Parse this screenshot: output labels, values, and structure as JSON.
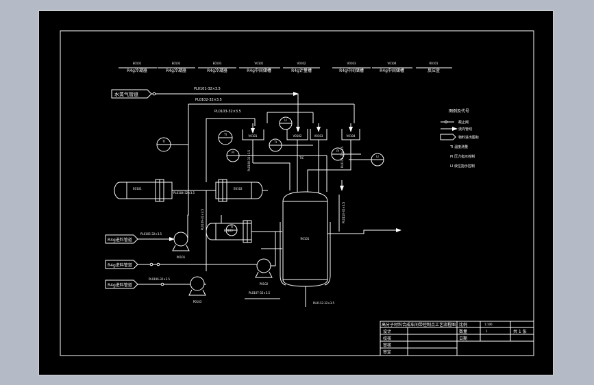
{
  "equipment_header": [
    {
      "tag": "E0101",
      "name": "R4g冷凝器"
    },
    {
      "tag": "E0102",
      "name": "R4g冷凝器"
    },
    {
      "tag": "E0103",
      "name": "R4g冷凝器"
    },
    {
      "tag": "V0101",
      "name": "R4g中间储槽"
    },
    {
      "tag": "V0102",
      "name": "R4g计量槽"
    },
    {
      "tag": "V0103",
      "name": "R4g中间储槽"
    },
    {
      "tag": "V0104",
      "name": "R4g中间储槽"
    },
    {
      "tag": "R0101",
      "name": "反应釜"
    }
  ],
  "feeds": {
    "water": "水蒸气管道",
    "feed_a": "R4g进料管道",
    "feed_b": "R4g进料管道",
    "feed_c": "R4g进料管道"
  },
  "pipe_labels": {
    "steam_1": "PL0101-32×3.5",
    "steam_2": "PL0102-32×3.5",
    "line_3": "PL0103-32×3.5",
    "line_4": "PL0104-32×3.5",
    "line_5": "PL0105-32×3.5",
    "line_6": "PL0106-32×3.5",
    "line_7": "PL0107-32×3.5",
    "line_8": "PL0108-32×3.5",
    "vert_1": "PL0109-32×3.5",
    "vert_2": "PL0110-32×3.5",
    "vert_3": "PL0111-32×3.5",
    "reactor_out": "PL0112-32×3.5"
  },
  "instruments": [
    "TI",
    "TI",
    "PI",
    "TI",
    "LI",
    "PI",
    "LI",
    "TI",
    "TIC"
  ],
  "tank_tags": [
    "V0101",
    "V0102",
    "V0103",
    "V0104"
  ],
  "exchanger_tags": [
    "E0101",
    "E0102",
    "E0103"
  ],
  "pump_tags": [
    "P0101",
    "P0102",
    "P0103"
  ],
  "reactor_tag": "R0101",
  "legend": {
    "title": "图例及代号",
    "items": [
      "截止阀",
      "流向管线",
      "物料进出图标",
      "TI 温度测量",
      "PI 压力指示控制",
      "LI 液位指示控制"
    ]
  },
  "title_block": {
    "drawing_title": "高分子材料合成车间带控制点工艺流程图",
    "r1_label": "比例",
    "r1_value": "1:100",
    "r2_label": "数量",
    "r2_value": "1",
    "r3_label": "日期",
    "sheet": "共 1 张",
    "designer": "设计",
    "checker": "校核",
    "reviewer": "审核",
    "approver": "审定"
  }
}
